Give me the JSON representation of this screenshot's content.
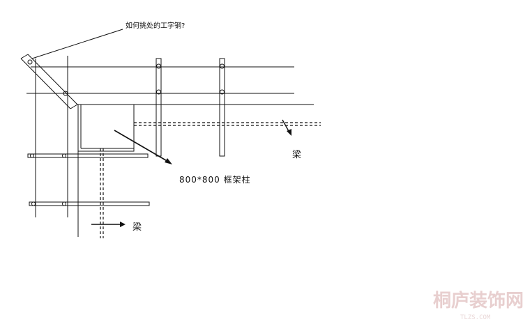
{
  "labels": {
    "question": "如何挑处的工字钢?",
    "column": "800*800 框架柱",
    "beam_right": "梁",
    "beam_bottom": "梁"
  },
  "watermark": {
    "brand": "桐庐装饰网",
    "url": "TLZS.COM"
  },
  "colors": {
    "line": "#111111",
    "watermark": "#e8cfcf"
  }
}
